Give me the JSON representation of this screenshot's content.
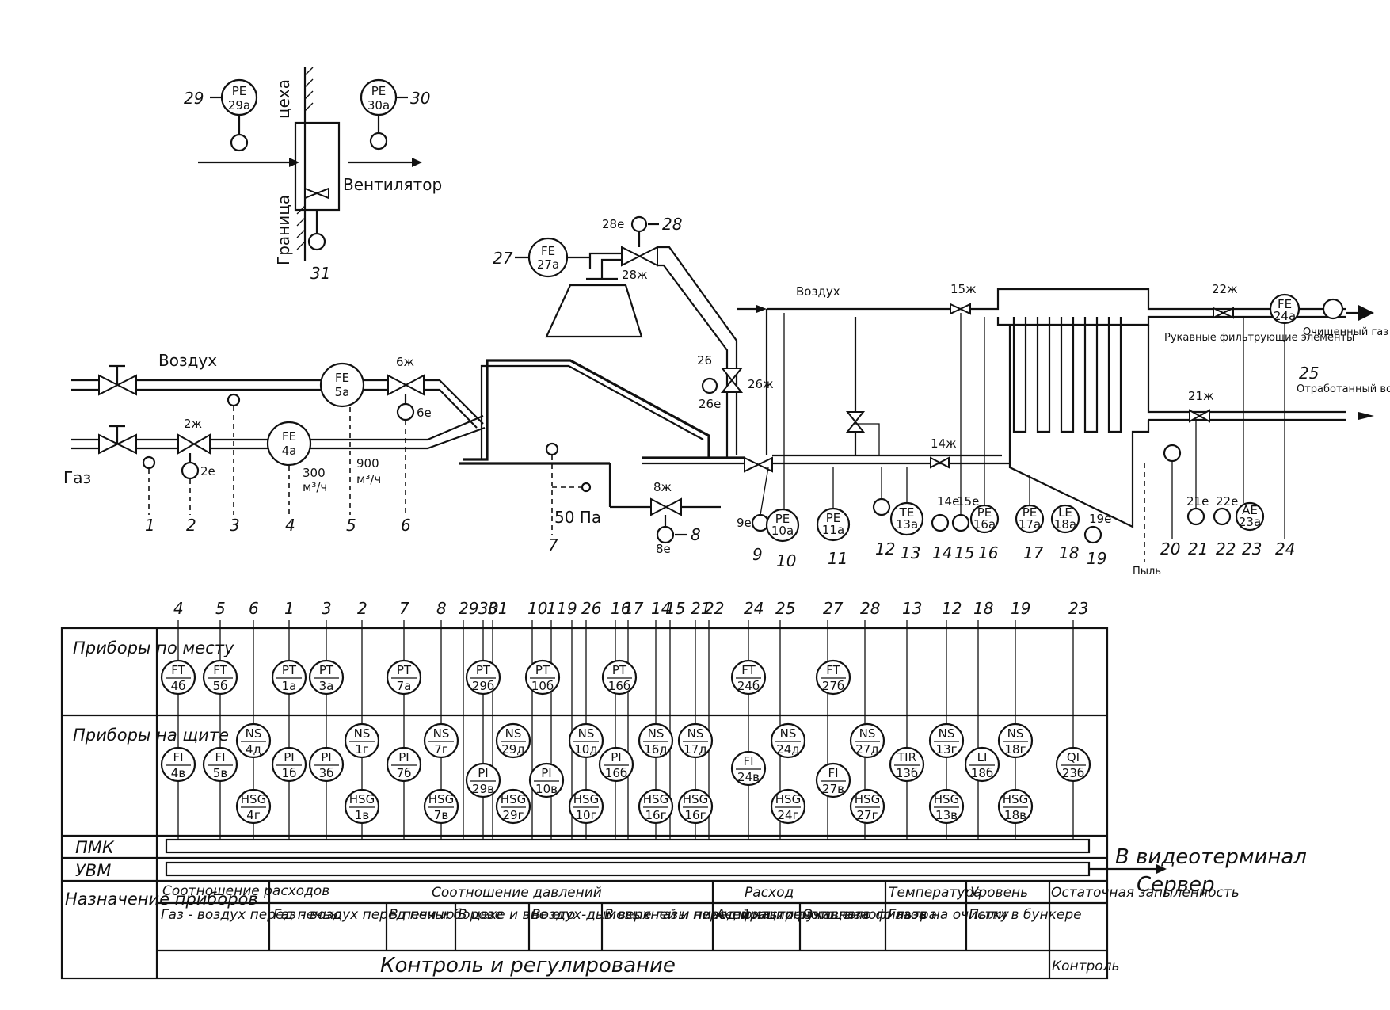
{
  "top": {
    "fan_label": "Вентилятор",
    "border_label_a": "Граница",
    "border_label_b": "цеха",
    "fan_instruments": [
      {
        "tag": "PE",
        "sub": "29а",
        "num": "29"
      },
      {
        "tag": "PE",
        "sub": "30а",
        "num": "30"
      }
    ],
    "fan_num": "31"
  },
  "process": {
    "air_left": "Воздух",
    "gas_left": "Газ",
    "air_right": "Воздух",
    "pressure": "50 Па",
    "flow_300": "300",
    "flow_900": "900",
    "flow_unit": "м³/ч",
    "bag_filter": "Рукавные фильтрующие элементы",
    "clean_gas": "Очищенный газ",
    "exhaust_air": "Отработанный воздух",
    "dust": "Пыль",
    "fe4": {
      "tag": "FE",
      "sub": "4а"
    },
    "fe5": {
      "tag": "FE",
      "sub": "5а"
    },
    "fe27": {
      "tag": "FE",
      "sub": "27а"
    },
    "fe24": {
      "tag": "FE",
      "sub": "24а"
    },
    "pe10": {
      "tag": "PE",
      "sub": "10а"
    },
    "pe11": {
      "tag": "PE",
      "sub": "11а"
    },
    "te13": {
      "tag": "TE",
      "sub": "13а"
    },
    "pe16": {
      "tag": "PE",
      "sub": "16а"
    },
    "pe17": {
      "tag": "PE",
      "sub": "17а"
    },
    "le18": {
      "tag": "LE",
      "sub": "18а"
    },
    "ae23": {
      "tag": "AE",
      "sub": "23а"
    },
    "valve_labels": [
      "2ж",
      "6ж",
      "8ж",
      "26ж",
      "28ж",
      "15ж",
      "14ж",
      "22ж",
      "21ж"
    ],
    "elem_labels": [
      "2е",
      "6е",
      "8е",
      "9е",
      "26е",
      "28е",
      "14е",
      "15е",
      "19е",
      "21е",
      "22е"
    ],
    "bottom_numbers": [
      "1",
      "2",
      "3",
      "4",
      "5",
      "6",
      "7",
      "8",
      "9",
      "10",
      "11",
      "12",
      "13",
      "14",
      "15",
      "16",
      "17",
      "18",
      "19",
      "20",
      "21",
      "22",
      "23",
      "24"
    ],
    "other_numbers": [
      "26",
      "27",
      "28",
      "25"
    ]
  },
  "table": {
    "row_local": "Приборы по месту",
    "row_panel": "Приборы на щите",
    "row_pmk": "ПМК",
    "row_uvm": "УВМ",
    "row_purpose": "Назначение приборов",
    "terminal": "В видеотерминал",
    "server": "Сервер",
    "top_numbers": [
      "4",
      "5",
      "6",
      "1",
      "3",
      "2",
      "7",
      "8",
      "29",
      "30",
      "31",
      "10",
      "11",
      "9",
      "26",
      "16",
      "17",
      "14",
      "15",
      "21",
      "22",
      "24",
      "25",
      "27",
      "28",
      "13",
      "12",
      "18",
      "19",
      "23"
    ],
    "local_instruments": [
      {
        "tag": "FT",
        "sub": "4б"
      },
      {
        "tag": "FT",
        "sub": "5б"
      },
      {
        "tag": "PT",
        "sub": "1а"
      },
      {
        "tag": "PT",
        "sub": "3а"
      },
      {
        "tag": "PT",
        "sub": "7а"
      },
      {
        "tag": "PT",
        "sub": "29б"
      },
      {
        "tag": "PT",
        "sub": "10б"
      },
      {
        "tag": "PT",
        "sub": "16б"
      },
      {
        "tag": "FT",
        "sub": "24б"
      },
      {
        "tag": "FT",
        "sub": "27б"
      }
    ],
    "panel_instruments": [
      {
        "tag": "FI",
        "sub": "4в"
      },
      {
        "tag": "FI",
        "sub": "5в"
      },
      {
        "tag": "NS",
        "sub": "4д"
      },
      {
        "tag": "HSG",
        "sub": "4г"
      },
      {
        "tag": "PI",
        "sub": "1б"
      },
      {
        "tag": "PI",
        "sub": "3б"
      },
      {
        "tag": "NS",
        "sub": "1г"
      },
      {
        "tag": "HSG",
        "sub": "1в"
      },
      {
        "tag": "PI",
        "sub": "7б"
      },
      {
        "tag": "NS",
        "sub": "7г"
      },
      {
        "tag": "HSG",
        "sub": "7в"
      },
      {
        "tag": "PI",
        "sub": "29в"
      },
      {
        "tag": "NS",
        "sub": "29д"
      },
      {
        "tag": "HSG",
        "sub": "29г"
      },
      {
        "tag": "PI",
        "sub": "10в"
      },
      {
        "tag": "NS",
        "sub": "10д"
      },
      {
        "tag": "HSG",
        "sub": "10г"
      },
      {
        "tag": "PI",
        "sub": "16б"
      },
      {
        "tag": "NS",
        "sub": "16д"
      },
      {
        "tag": "HSG",
        "sub": "16г"
      },
      {
        "tag": "NS",
        "sub": "17д"
      },
      {
        "tag": "HSG",
        "sub": "16г"
      },
      {
        "tag": "FI",
        "sub": "24в"
      },
      {
        "tag": "NS",
        "sub": "24д"
      },
      {
        "tag": "HSG",
        "sub": "24г"
      },
      {
        "tag": "FI",
        "sub": "27в"
      },
      {
        "tag": "NS",
        "sub": "27д"
      },
      {
        "tag": "HSG",
        "sub": "27г"
      },
      {
        "tag": "TIR",
        "sub": "13б"
      },
      {
        "tag": "NS",
        "sub": "13г"
      },
      {
        "tag": "HSG",
        "sub": "13в"
      },
      {
        "tag": "LI",
        "sub": "18б"
      },
      {
        "tag": "NS",
        "sub": "18г"
      },
      {
        "tag": "HSG",
        "sub": "18в"
      },
      {
        "tag": "QI",
        "sub": "23б"
      }
    ],
    "purpose_groups": [
      "Соотношение расходов",
      "Соотношение давлений",
      "Расход",
      "Температура",
      "Уровень",
      "Остаточная запыленность"
    ],
    "purpose_cells": [
      "Газ - воздух перед печью",
      "Газ - воздух перед печью",
      "В печи и борове",
      "В цехе и вне его",
      "Воздух-дымовые газы перед фильтром",
      "В верхней и нижней части рукавного фильтра",
      "Аспирационного газа",
      "Очищенного газа",
      "Газов на очистку",
      "Пыли в бункере"
    ],
    "control_regulation": "Контроль и регулирование",
    "control": "Контроль"
  }
}
